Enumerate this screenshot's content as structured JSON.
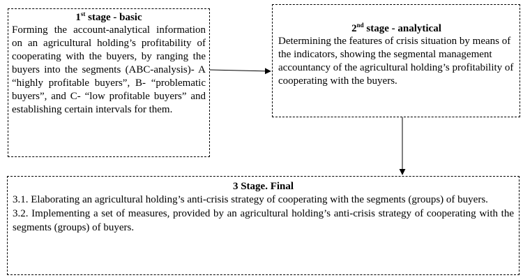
{
  "stage1": {
    "title_num": "1",
    "title_sup": "st",
    "title_rest": " stage - basic",
    "text": "Forming the account-analytical information on an agricultural holding’s profitability of cooperating with the buyers, by ranging the buyers into the segments (ABC-analysis)- A “highly profitable buyers”, B- “problematic buyers”, and C- “low profitable buyers” and establishing certain intervals for them."
  },
  "stage2": {
    "title_num": "2",
    "title_sup": "nd",
    "title_rest": " stage - analytical",
    "text": "Determining the features of crisis situation by means of the indicators, showing the segmental management accountancy of the agricultural holding’s profitability of cooperating with the buyers."
  },
  "stage3": {
    "title": "3 Stage. Final",
    "item1": "3.1. Elaborating an agricultural holding’s anti-crisis strategy of cooperating with the segments (groups) of buyers.",
    "item2": "3.2. Implementing a set of measures, provided by an agricultural holding’s anti-crisis strategy of cooperating with the segments (groups) of buyers."
  }
}
